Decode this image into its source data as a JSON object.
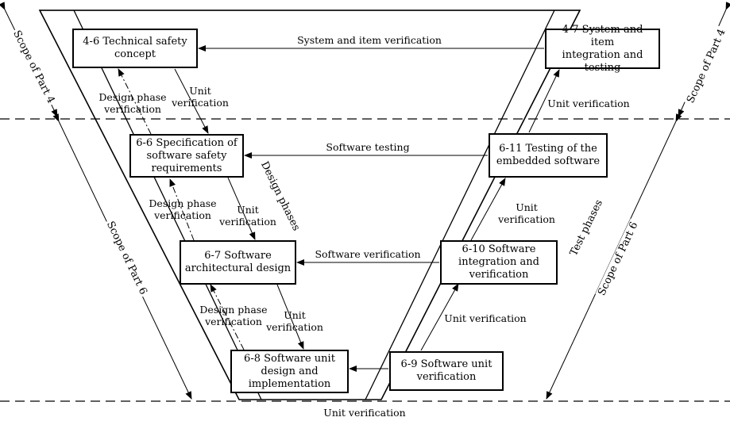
{
  "boxes": {
    "tsc": "4-6 Technical safety\nconcept",
    "sssr": "6-6 Specification of\nsoftware safety\nrequirements",
    "sad": "6-7 Software\narchitectural design",
    "sud": "6-8 Software unit\ndesign and\nimplementation",
    "suv": "6-9 Software unit\nverification",
    "siv": "6-10 Software\nintegration and\nverification",
    "tes": "6-11 Testing of the\nembedded software",
    "sysit": "4-7 System and item\nintegration and testing"
  },
  "arrows": {
    "system_item_verification": "System and item verification",
    "software_testing": "Software testing",
    "software_verification": "Software verification",
    "unit_verification_bottom": "Unit verification",
    "unit_verification_right_top": "Unit verification",
    "unit_verification_right_mid": "Unit\nverification",
    "unit_verification_right_low": "Unit verification",
    "design_phase_1": "Design phase\nverification",
    "design_phase_2": "Design phase\nverification",
    "design_phase_3": "Design phase\nverification",
    "unit_verif_left_1": "Unit\nverification",
    "unit_verif_left_2": "Unit\nverification",
    "unit_verif_left_3": "Unit\nverification"
  },
  "side_labels": {
    "scope_part4_left": "Scope of Part 4",
    "scope_part6_left": "Scope of Part 6",
    "scope_part4_right": "Scope of Part 4",
    "scope_part6_right": "Scope of Part 6",
    "design_phases": "Design phases",
    "test_phases": "Test phases"
  }
}
